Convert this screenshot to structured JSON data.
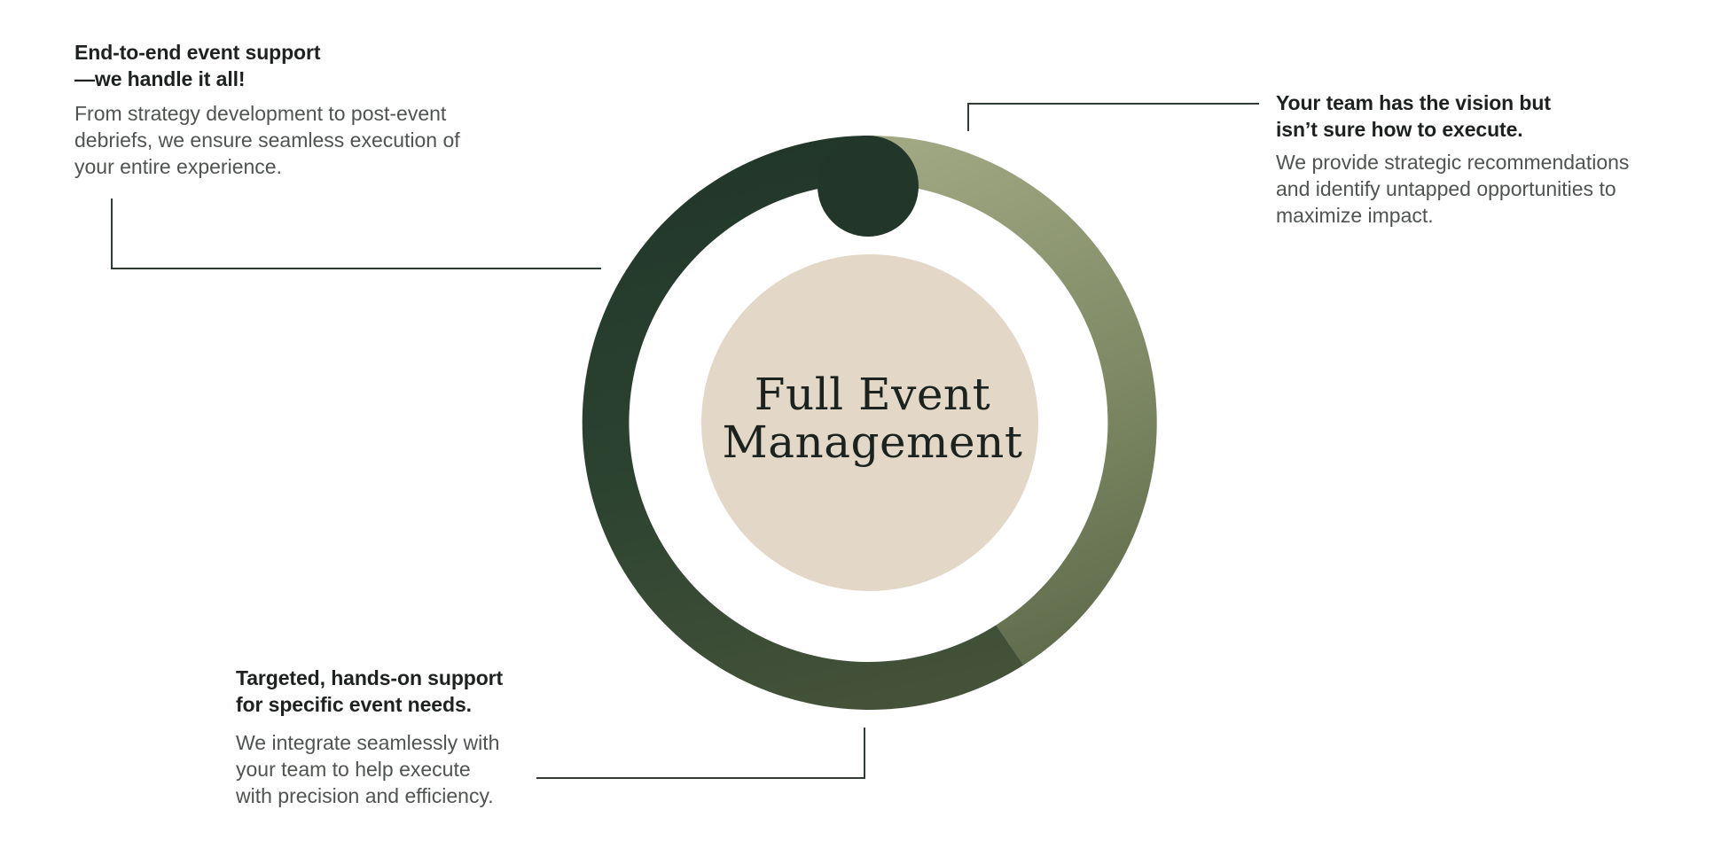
{
  "center": {
    "title_line1": "Full Event",
    "title_line2": "Management"
  },
  "callouts": {
    "top_left": {
      "title_line1": "End-to-end event support",
      "title_line2": "—we handle it all!",
      "body_line1": "From strategy development to post-event",
      "body_line2": "debriefs, we ensure seamless execution of",
      "body_line3": "your entire experience."
    },
    "top_right": {
      "title_line1": "Your team has the vision but",
      "title_line2": "isn’t sure how to execute.",
      "body_line1": "We provide strategic recommendations",
      "body_line2": "and identify untapped opportunities to",
      "body_line3": "maximize impact."
    },
    "bottom_left": {
      "title_line1": "Targeted, hands-on support",
      "title_line2": "for specific event needs.",
      "body_line1": "We integrate seamlessly with",
      "body_line2": "your team to help execute",
      "body_line3": "with precision and efficiency."
    }
  },
  "colors": {
    "dark_green": "#223726",
    "light_olive": "#a0a883",
    "mid_olive": "#5d6b4a",
    "beige": "#e3d7c7",
    "connector": "#2f3b33",
    "text_dark": "#1d211f",
    "text_body": "#4f5450"
  }
}
